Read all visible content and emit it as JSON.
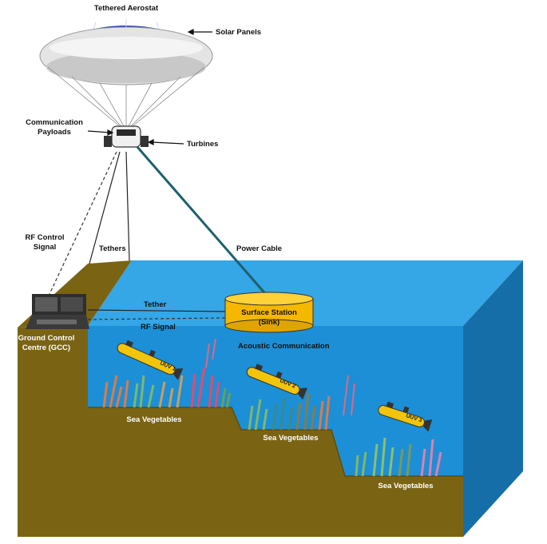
{
  "labels": {
    "aerostat": "Tethered Aerostat",
    "solar_panels": "Solar Panels",
    "communication_payloads_l1": "Communication",
    "communication_payloads_l2": "Payloads",
    "turbines": "Turbines",
    "rf_control_l1": "RF Control",
    "rf_control_l2": "Signal",
    "tethers": "Tethers",
    "power_cable": "Power Cable",
    "tether": "Tether",
    "rf_signal": "RF Signal",
    "surface_station_l1": "Surface Station",
    "surface_station_l2": "(Sink)",
    "gcc_l1": "Ground Control",
    "gcc_l2": "Centre (GCC)",
    "acoustic": "Acoustic Communication",
    "sea_veg_1": "Sea Vegetables",
    "sea_veg_2": "Sea Vegetables",
    "sea_veg_3": "Sea Vegetables"
  },
  "uuvs": [
    "UUV 1",
    "UUV 2",
    "UUV 3"
  ],
  "colors": {
    "water_front": "#1c8fd6",
    "water_top": "#35a6e6",
    "water_side": "#166ea8",
    "ground": "#7a6414",
    "ground_dark": "#5e4c0e",
    "station": "#f5b800",
    "uuv": "#f2c40c",
    "cable": "#1f5f6e"
  }
}
